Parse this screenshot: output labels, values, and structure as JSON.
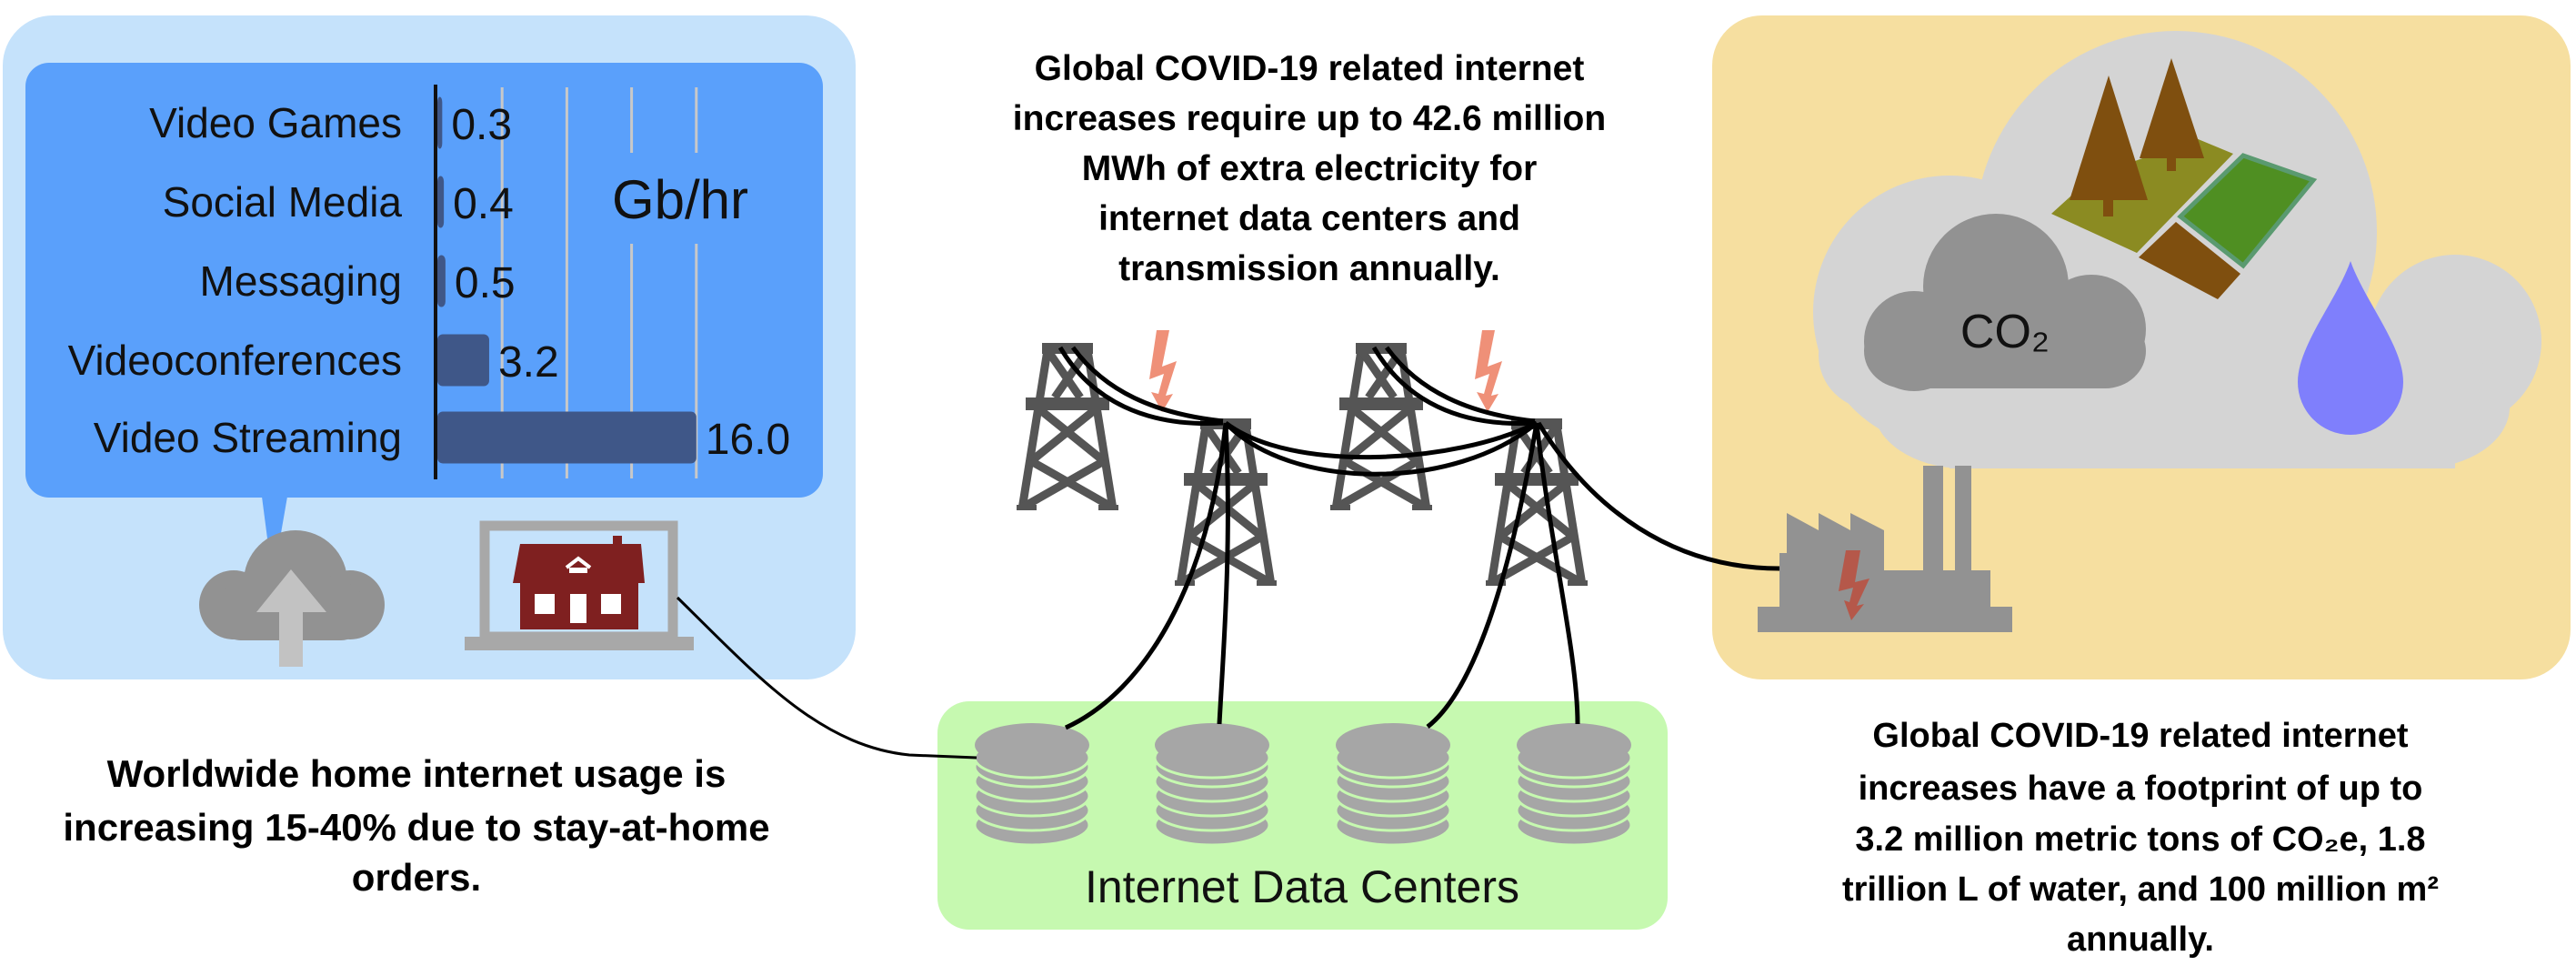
{
  "usage_chart": {
    "unit_label": "Gb/hr",
    "colors": {
      "bar": "#3f5788",
      "panel": "#5aa0fb",
      "outer_panel": "#c5e2fb"
    }
  },
  "chart_data": {
    "type": "bar",
    "orientation": "horizontal",
    "title": "",
    "xlabel": "Gb/hr",
    "ylabel": "",
    "categories": [
      "Video Games",
      "Social Media",
      "Messaging",
      "Videoconferences",
      "Video Streaming"
    ],
    "values": [
      0.3,
      0.4,
      0.5,
      3.2,
      16.0
    ],
    "value_labels": [
      "0.3",
      "0.4",
      "0.5",
      "3.2",
      "16.0"
    ],
    "xlim": [
      0,
      16
    ],
    "gridlines": [
      4,
      8,
      12,
      16
    ]
  },
  "captions": {
    "top": [
      "Global COVID-19 related internet",
      "increases require up to 42.6 million",
      "MWh of extra electricity for",
      "internet data centers and",
      "transmission annually."
    ],
    "left": [
      "Worldwide home internet usage is",
      "increasing 15-40% due to stay-at-home",
      "orders."
    ],
    "right": [
      "Global COVID-19 related internet",
      "increases have a footprint of up to",
      "3.2 million metric tons of CO₂e, 1.8",
      "trillion L of water, and 100 million m²",
      "annually."
    ]
  },
  "data_centers": {
    "label": "Internet Data Centers",
    "color": "#c6f9b0"
  },
  "footprint": {
    "co2_label": "CO₂",
    "color": "#f6dfa0"
  }
}
